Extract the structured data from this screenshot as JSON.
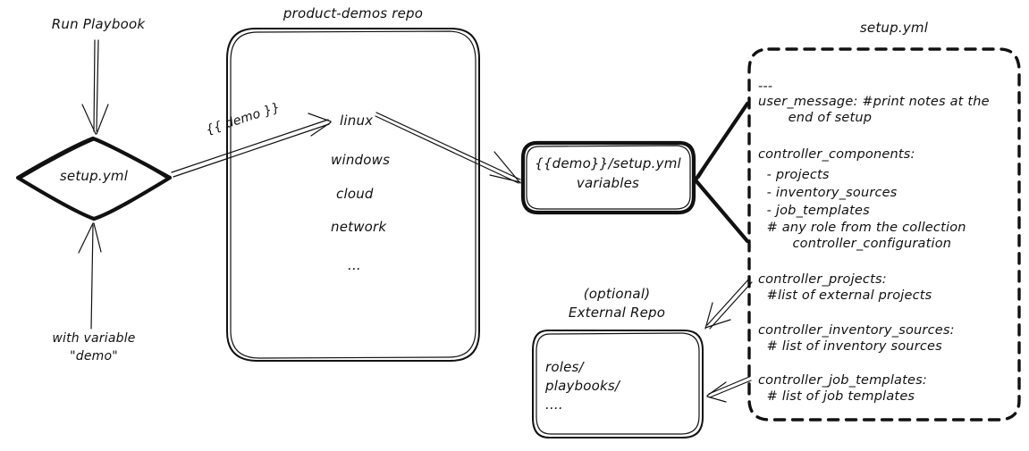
{
  "diagram": {
    "title": "Ansible product-demos setup.yml flow",
    "type": "hand-drawn flowchart",
    "ink_color": "#111111",
    "background": "#ffffff"
  },
  "annotations": {
    "run_playbook": "Run Playbook",
    "with_variable_line1": "with variable",
    "with_variable_line2": "\"demo\"",
    "demo_var_arrow": "{{ demo }}"
  },
  "nodes": {
    "setup_diamond": {
      "label": "setup.yml",
      "shape": "diamond"
    },
    "repo": {
      "title": "product-demos repo",
      "shape": "rounded-rect",
      "items": [
        "linux",
        "windows",
        "cloud",
        "network",
        "..."
      ]
    },
    "vars_box": {
      "line1": "{{demo}}/setup.yml",
      "line2": "variables",
      "shape": "rounded-rect-bold"
    },
    "external_repo": {
      "title_line1": "(optional)",
      "title_line2": "External Repo",
      "shape": "rounded-rect",
      "items": [
        "roles/",
        "playbooks/",
        "...."
      ]
    },
    "setup_yml_file": {
      "title": "setup.yml",
      "shape": "dashed-rounded-rect",
      "lines": [
        "---",
        "user_message: #print notes at the",
        "       end of setup",
        "",
        "controller_components:",
        "  - projects",
        "  - inventory_sources",
        "  - job_templates",
        "  # any role from the collection",
        "        controller_configuration",
        "",
        "controller_projects:",
        "  #list of external projects",
        "",
        "controller_inventory_sources:",
        "  # list of inventory sources",
        "",
        "controller_job_templates:",
        "  # list of job templates"
      ]
    }
  },
  "edges": [
    {
      "name": "run-playbook-to-setup",
      "label": "Run Playbook",
      "style": "double-line-arrow-down"
    },
    {
      "name": "with-variable-to-setup",
      "label": "with variable \"demo\"",
      "style": "line-arrow-up"
    },
    {
      "name": "setup-to-linux",
      "label": "{{ demo }}",
      "style": "double-line-arrow"
    },
    {
      "name": "linux-to-vars",
      "label": "",
      "style": "double-line-arrow"
    },
    {
      "name": "setupyml-to-vars-upper",
      "label": "",
      "style": "thick-line"
    },
    {
      "name": "setupyml-to-vars-lower",
      "label": "",
      "style": "thick-line"
    },
    {
      "name": "controller-projects-to-external-repo",
      "label": "",
      "style": "double-line-arrow"
    },
    {
      "name": "controller-job-templates-to-external-repo",
      "label": "",
      "style": "double-line-arrow"
    }
  ]
}
